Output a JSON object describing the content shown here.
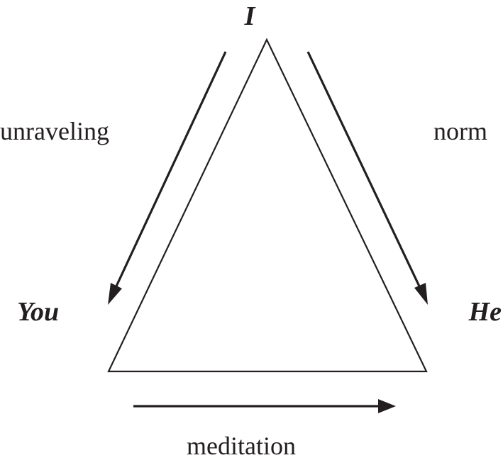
{
  "nodes": {
    "top": "I",
    "left": "You",
    "right": "He"
  },
  "arrows": {
    "left": "unraveling",
    "right": "norm",
    "bottom": "meditation"
  },
  "colors": {
    "ink": "#231f20",
    "background": "#ffffff"
  }
}
